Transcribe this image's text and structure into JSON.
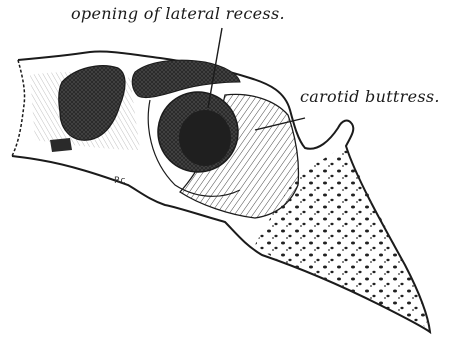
{
  "labels": {
    "lateral_recess": "opening of lateral recess.",
    "carotid_buttress": "carotid buttress.",
    "artist_initials": "Rc"
  },
  "colors": {
    "ink": "#1b1b1b",
    "paper": "#ffffff",
    "cavity": "#2a2a2a"
  }
}
